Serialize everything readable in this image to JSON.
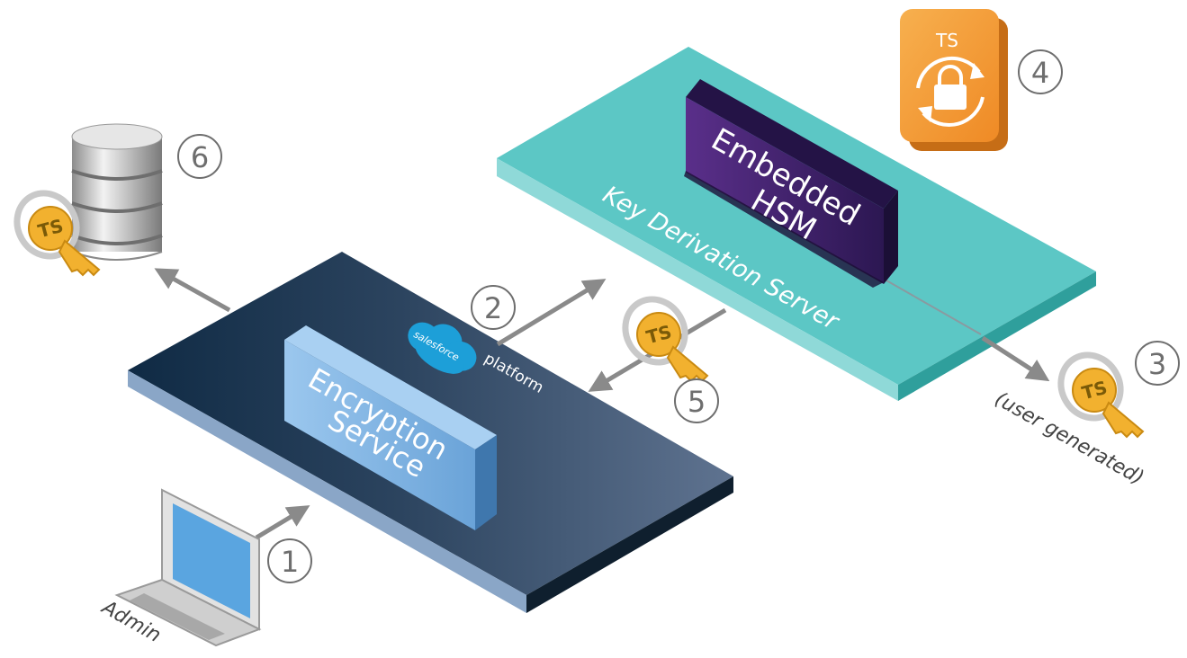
{
  "labels": {
    "embedded_hsm_line1": "Embedded",
    "embedded_hsm_line2": "HSM",
    "key_derivation_server": "Key Derivation Server",
    "encryption_service_line1": "Encryption",
    "encryption_service_line2": "Service",
    "salesforce_logo": "salesforce",
    "platform": "platform",
    "user_generated": "(user generated)",
    "admin": "Admin",
    "ts": "TS"
  },
  "steps": [
    "1",
    "2",
    "3",
    "4",
    "5",
    "6"
  ],
  "colors": {
    "kds_top": "#5cc7c5",
    "kds_front": "#8fd9d8",
    "kds_side": "#2f9f9c",
    "hsm_face": "#3d2470",
    "hsm_edge": "#241346",
    "platform_dark": "#173049",
    "platform_light": "#5d7089",
    "platform_front": "#8aa6c7",
    "platform_side": "#0f1f2e",
    "encryption_box": "#7fb4e3",
    "encryption_edge": "#4c86be",
    "salesforce_cloud": "#1d9fd8",
    "key_gold": "#f2b12f",
    "key_ring": "#bfbfbf",
    "lock_orange": "#f39a3a",
    "arrow_gray": "#8a8a8a",
    "circle_gray": "#6e6e6e"
  },
  "icons": [
    "database-icon",
    "ts-key-icon",
    "laptop-icon",
    "ts-rotate-lock-icon",
    "salesforce-cloud-icon"
  ]
}
